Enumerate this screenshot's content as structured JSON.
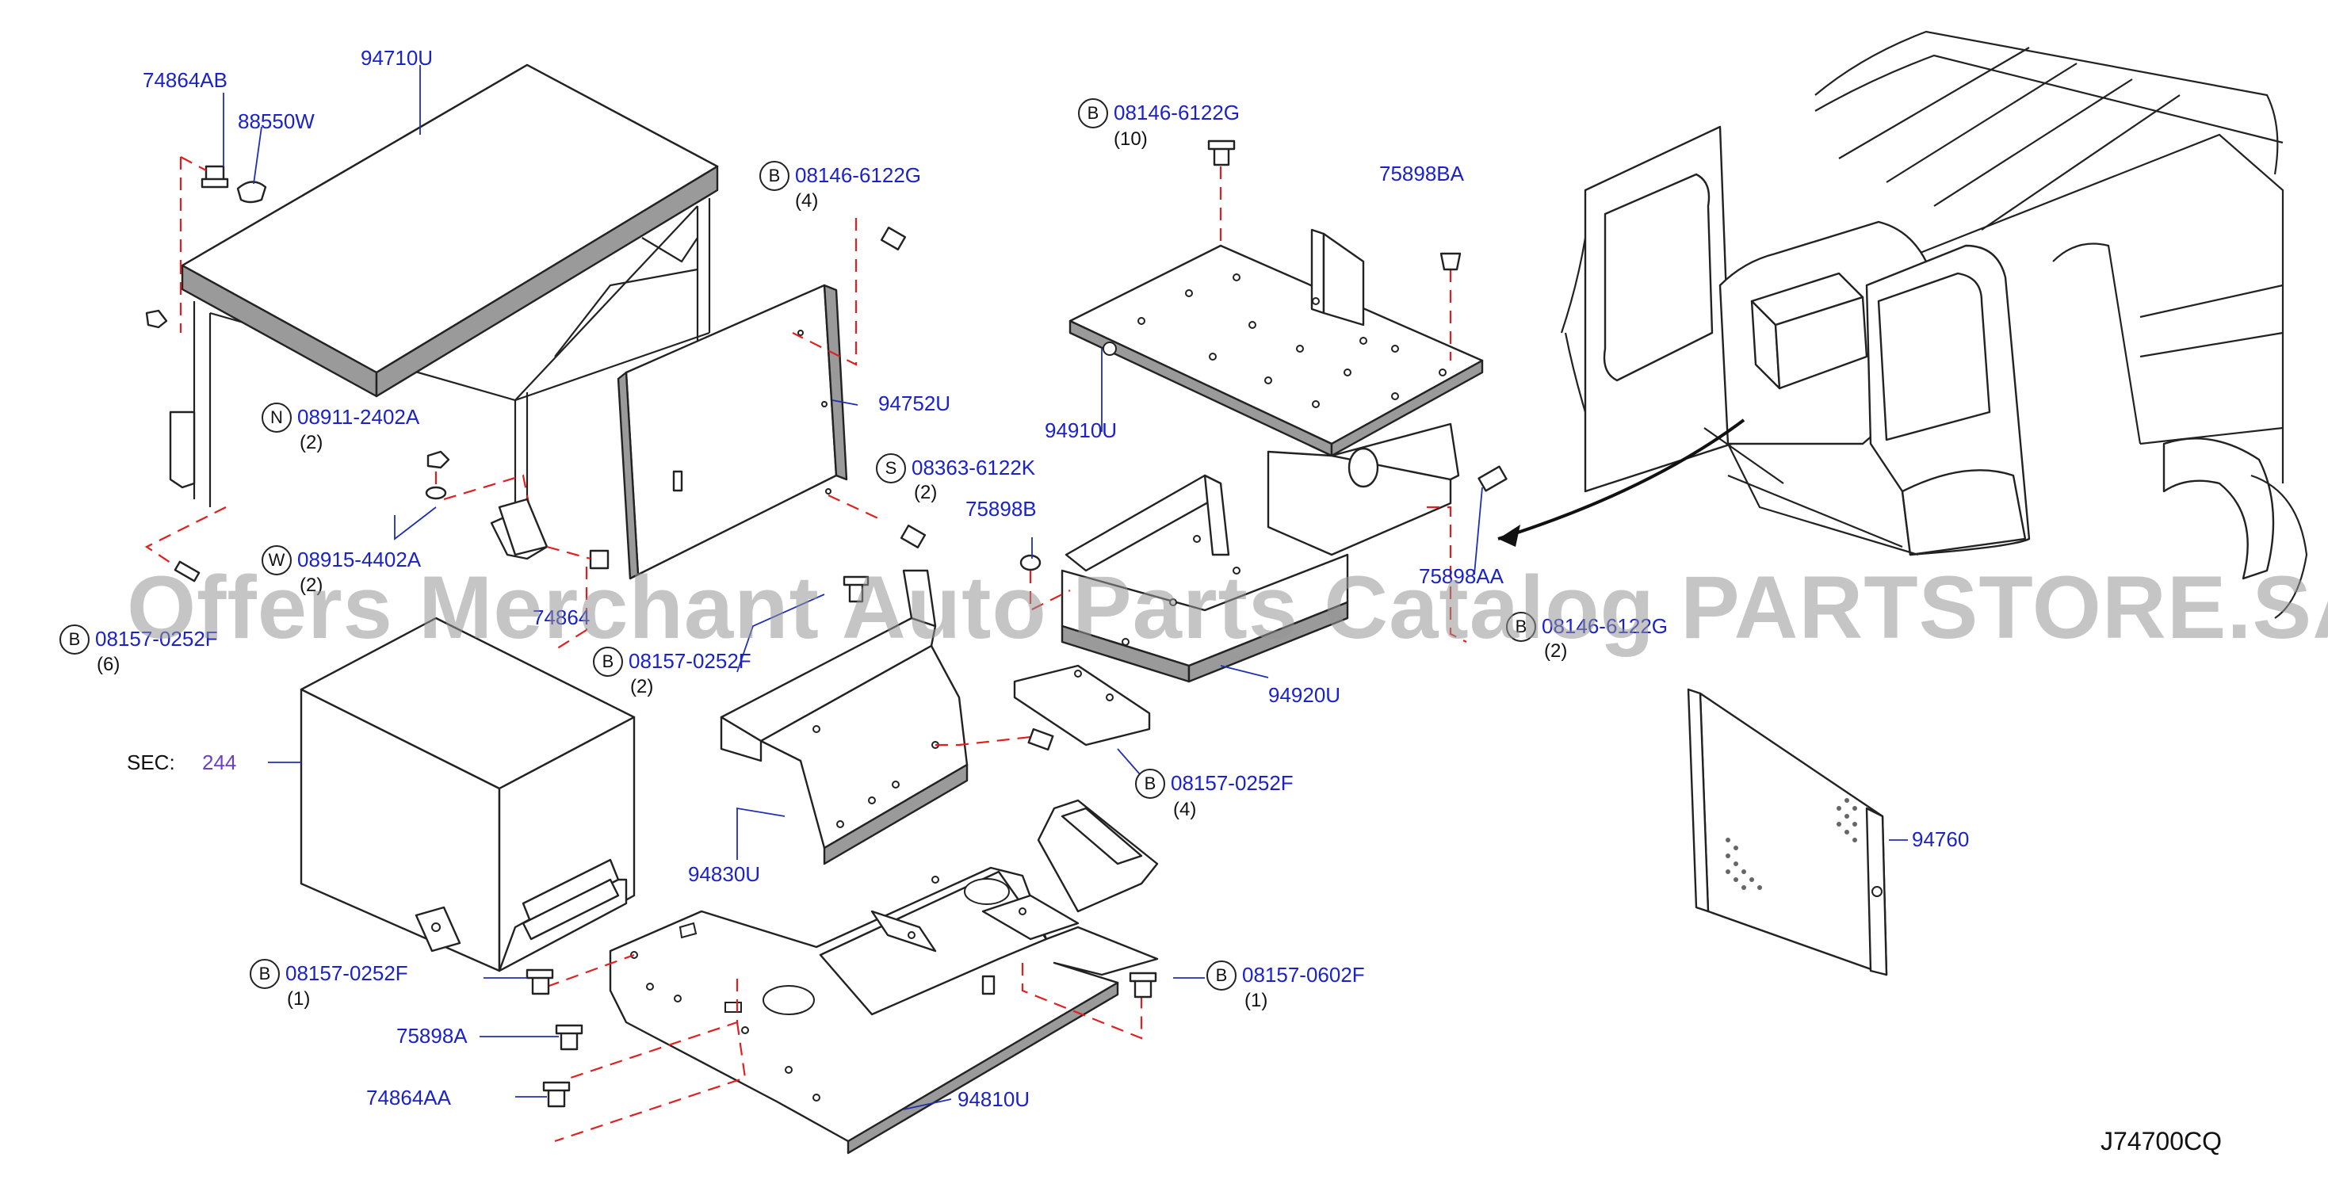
{
  "labels": {
    "p74864AB": "74864AB",
    "p94710U": "94710U",
    "p88550W": "88550W",
    "b08146_4": "08146-6122G",
    "b08146_4_qty": "(4)",
    "b08146_10": "08146-6122G",
    "b08146_10_qty": "(10)",
    "p75898BA": "75898BA",
    "n08911": "08911-2402A",
    "n08911_qty": "(2)",
    "p94752U": "94752U",
    "p94910U": "94910U",
    "s08363": "08363-6122K",
    "s08363_qty": "(2)",
    "p75898B": "75898B",
    "w08915": "08915-4402A",
    "w08915_qty": "(2)",
    "p74864": "74864",
    "p75898AA": "75898AA",
    "b08146_2": "08146-6122G",
    "b08146_2_qty": "(2)",
    "b08157_6": "08157-0252F",
    "b08157_6_qty": "(6)",
    "b08157_2": "08157-0252F",
    "b08157_2_qty": "(2)",
    "p94920U": "94920U",
    "sec_text": "SEC:",
    "sec_num": "244",
    "b08157_4": "08157-0252F",
    "b08157_4_qty": "(4)",
    "p94830U": "94830U",
    "p94760": "94760",
    "b08157_1": "08157-0252F",
    "b08157_1_qty": "(1)",
    "b08157_0602": "08157-0602F",
    "b08157_0602_qty": "(1)",
    "p75898A": "75898A",
    "p74864AA": "74864AA",
    "p94810U": "94810U",
    "ref_code": "J74700CQ"
  },
  "markers": {
    "B": "B",
    "N": "N",
    "S": "S",
    "W": "W"
  },
  "watermark": "Offers Merchant Auto Parts Catalog PARTSTORE.SA",
  "colors": {
    "part_number": "#1a22c8",
    "section_ref": "#6a3fd0",
    "dashed_guide": "#e02020"
  }
}
